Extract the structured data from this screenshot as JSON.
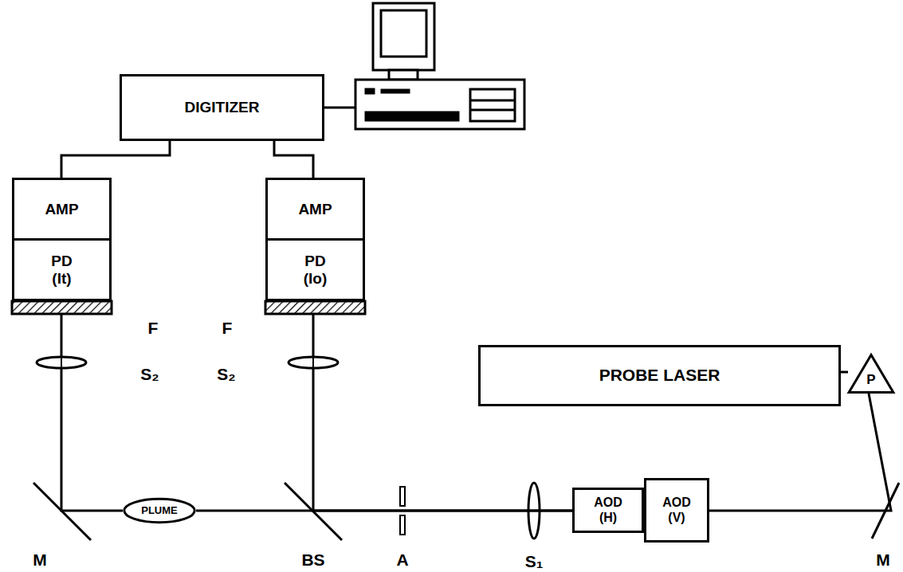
{
  "diagram": {
    "nodes": [
      {
        "text": [
          "DIGITIZER"
        ]
      },
      {
        "text": [
          "AMP"
        ]
      },
      {
        "text": [
          "AMP"
        ]
      },
      {
        "text": [
          "PD",
          "(It)"
        ]
      },
      {
        "text": [
          "PD",
          "(Io)"
        ]
      },
      {
        "text": [
          "PROBE LASER"
        ]
      },
      {
        "text": [
          "PLUME"
        ]
      },
      {
        "text": [
          "AOD",
          "(H)"
        ]
      },
      {
        "text": [
          "AOD",
          "(V)"
        ]
      },
      {
        "text": [
          "P"
        ]
      }
    ],
    "edges": [
      {
        "from": 0,
        "to": 1,
        "arrow": "none"
      },
      {
        "from": 0,
        "to": 2,
        "arrow": "none"
      },
      {
        "from": 5,
        "to": 9,
        "arrow": "none"
      },
      {
        "from": 9,
        "to": 8,
        "arrow": "none"
      },
      {
        "from": 7,
        "to": 6,
        "arrow": "none"
      },
      {
        "from": 7,
        "to": 4,
        "arrow": "none"
      },
      {
        "from": 6,
        "to": 3,
        "arrow": "none"
      }
    ],
    "labels": [
      "F",
      "F",
      "S₂",
      "S₂",
      "M",
      "BS",
      "A",
      "S₁",
      "M"
    ]
  }
}
